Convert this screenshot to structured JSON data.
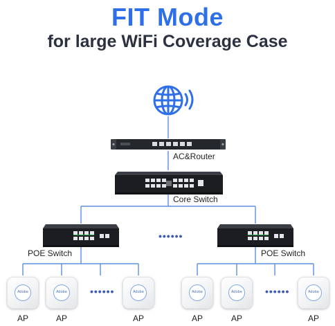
{
  "header": {
    "title": "FIT Mode",
    "subtitle": "for large WiFi Coverage Case"
  },
  "devices": {
    "internet_icon": "globe-wifi-icon",
    "router_label": "AC&Router",
    "core_switch_label": "Core Switch",
    "poe_switch_left_label": "POE  Switch",
    "poe_switch_right_label": "POE  Switch"
  },
  "ellipsis": {
    "switch_row": "••••••",
    "ap_left": "••••••",
    "ap_right": "••••••"
  },
  "access_points": [
    {
      "label": "AP",
      "logo": "Adobe"
    },
    {
      "label": "AP",
      "logo": "Adobe"
    },
    {
      "label": "AP",
      "logo": "Adobe"
    },
    {
      "label": "AP",
      "logo": "Adobe"
    },
    {
      "label": "AP",
      "logo": "Adobe"
    },
    {
      "label": "AP",
      "logo": "Adobe"
    }
  ],
  "colors": {
    "title": "#2f6fe8",
    "subtitle": "#2c3140",
    "connector": "#5b8fe0",
    "device_body": "#1b1d21",
    "port_green": "#2faa5a"
  }
}
